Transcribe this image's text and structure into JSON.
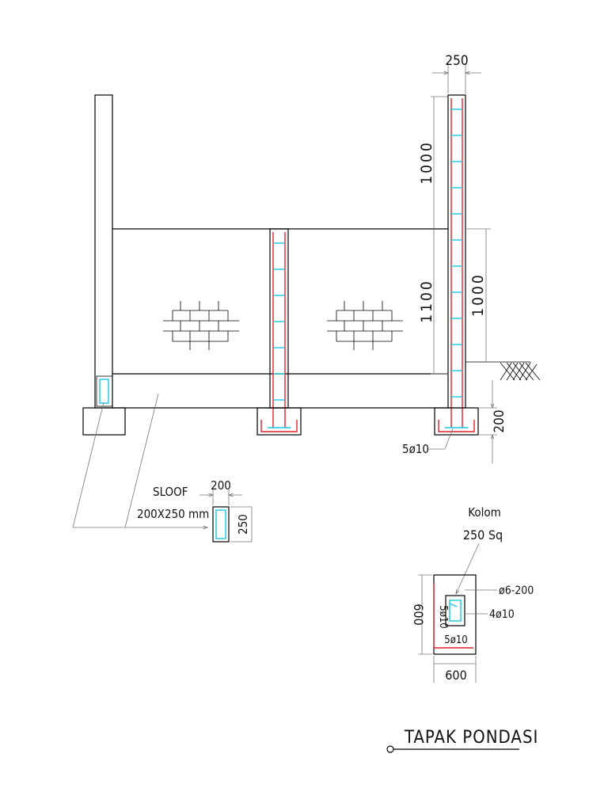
{
  "dims": {
    "column_width": "250",
    "upper_height": "1000",
    "wall_height": "1100",
    "ground_height": "1000",
    "footing_depth": "200",
    "footing_bars": "5ø10",
    "sloof_width": "200",
    "sloof_height": "250"
  },
  "sloof": {
    "label": "SLOOF",
    "size": "200X250 mm"
  },
  "kolom": {
    "label": "Kolom",
    "size": "250 Sq"
  },
  "detail": {
    "stirrup": "ø6-200",
    "main_bars": "4ø10",
    "bottom_bars": "5ø10",
    "side_bars": "5ø10",
    "width": "600",
    "height": "600"
  },
  "title": "TAPAK PONDASI"
}
